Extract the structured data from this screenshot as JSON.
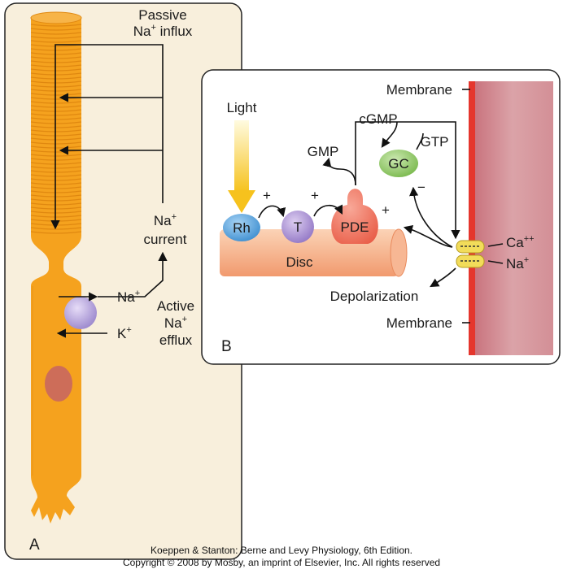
{
  "panel_a": {
    "letter": "A",
    "passive_line1": "Passive",
    "passive_line2": "Na",
    "passive_line2_sup": "+",
    "passive_line2_rest": " influx",
    "current_line1": "Na",
    "current_line1_sup": "+",
    "current_line2": "current",
    "na_in": "Na",
    "na_in_sup": "+",
    "k_out": "K",
    "k_out_sup": "+",
    "active_line1": "Active",
    "active_line2": "Na",
    "active_line2_sup": "+",
    "active_line3": "efflux"
  },
  "panel_b": {
    "letter": "B",
    "membrane_top": "Membrane",
    "membrane_bottom": "Membrane",
    "light": "Light",
    "cgmp": "cGMP",
    "gmp": "GMP",
    "gtp": "GTP",
    "gc": "GC",
    "rh": "Rh",
    "t": "T",
    "pde": "PDE",
    "disc": "Disc",
    "plus1": "+",
    "plus2": "+",
    "plus3": "+",
    "minus": "−",
    "ca": "Ca",
    "ca_sup": "++",
    "na": "Na",
    "na_sup": "+",
    "depolarization": "Depolarization"
  },
  "credit": {
    "line1": "Koeppen & Stanton: Berne and Levy Physiology, 6th Edition.",
    "line2": "Copyright © 2008 by Mosby, an imprint of Elsevier, Inc. All rights reserved"
  },
  "colors": {
    "panel_bg": "#f8efdc",
    "cell": "#f5a21e",
    "cell_stripe": "#e08810",
    "membrane": "#d68a92",
    "membrane_edge": "#e5362d",
    "rh": "#4f9fdc",
    "t": "#a98fd2",
    "pde": "#ec6a55",
    "gc": "#8cc663",
    "disc": "#f7b794",
    "channel": "#f2dc5a",
    "nucleus": "#c9675f"
  }
}
